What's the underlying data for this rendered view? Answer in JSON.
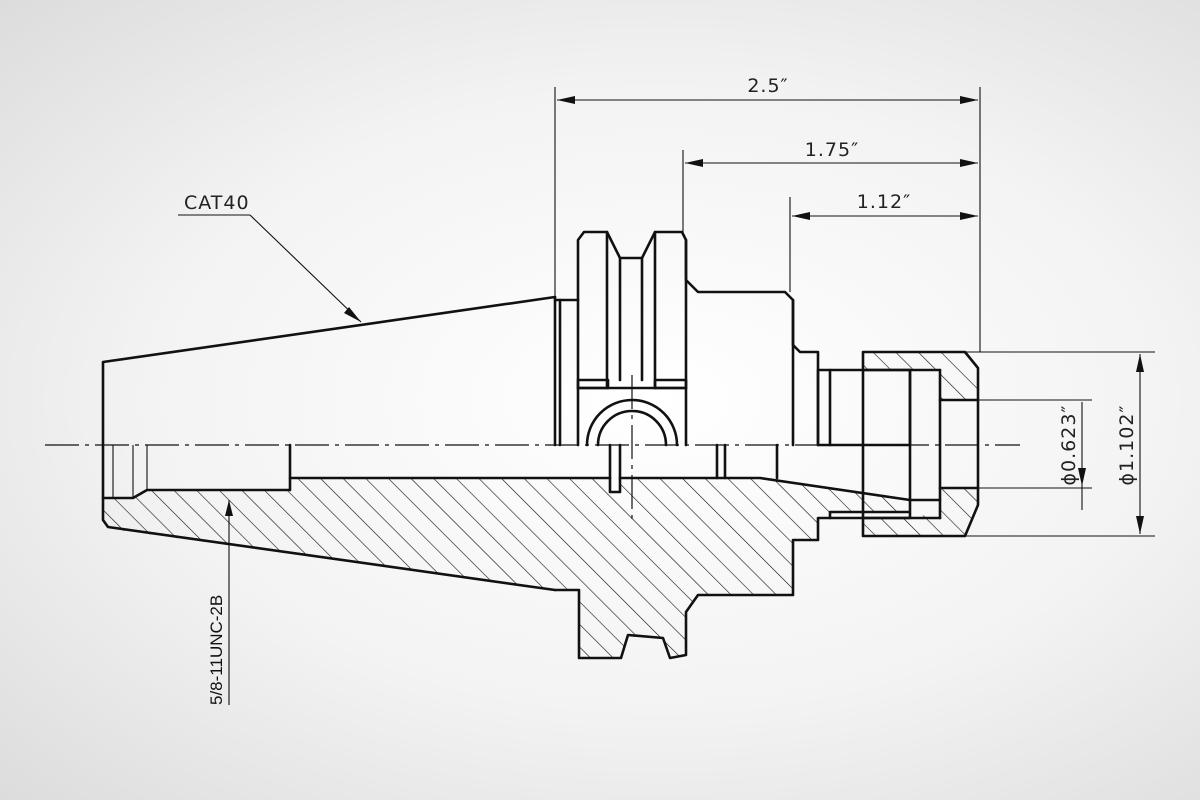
{
  "title": "",
  "labels": {
    "taper": "CAT40",
    "thread": "5/8-11UNC-2B"
  },
  "dimensions": {
    "overall_length": "2.5″",
    "flange_to_nose": "1.75″",
    "nose_length": "1.12″",
    "bore_diameter": "ϕ0.623″",
    "nose_diameter": "ϕ1.102″"
  },
  "colors": {
    "line": "#111111",
    "background": "#ffffff"
  }
}
